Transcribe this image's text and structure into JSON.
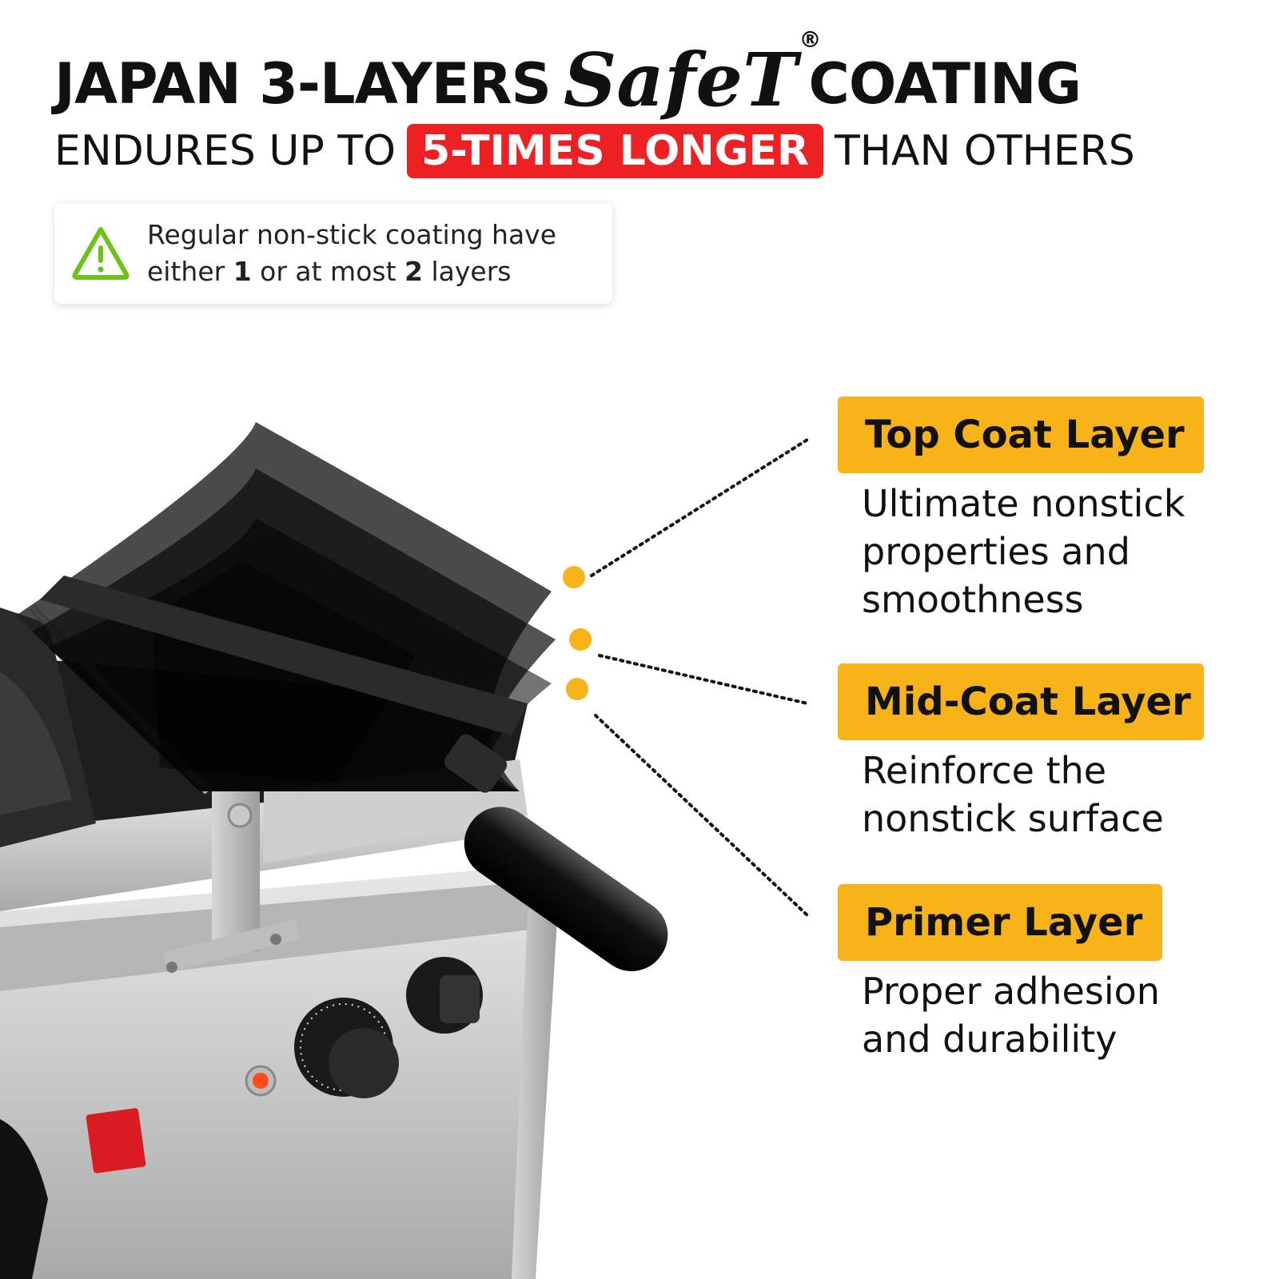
{
  "headline": {
    "part1": "JAPAN 3-LAYERS",
    "brand": "SafeT",
    "registered": "®",
    "part2": "COATING"
  },
  "subline": {
    "prefix": "ENDURES UP TO",
    "highlight": "5-TIMES LONGER",
    "suffix": "THAN OTHERS"
  },
  "note": {
    "icon": "warning-icon",
    "line1": "Regular non-stick coating have",
    "line2_a": "either ",
    "line2_b": "1",
    "line2_c": " or at most ",
    "line2_d": "2",
    "line2_e": " layers"
  },
  "layers": [
    {
      "title": "Top Coat Layer",
      "desc_lines": [
        "Ultimate nonstick",
        "properties and",
        "smoothness"
      ]
    },
    {
      "title": "Mid-Coat Layer",
      "desc_lines": [
        "Reinforce the",
        "nonstick surface"
      ]
    },
    {
      "title": "Primer Layer",
      "desc_lines": [
        "Proper adhesion",
        "and durability"
      ]
    }
  ],
  "colors": {
    "highlight": "#ed2024",
    "label": "#f8b319",
    "warning": "#6cc318",
    "dot": "#f8b319"
  }
}
